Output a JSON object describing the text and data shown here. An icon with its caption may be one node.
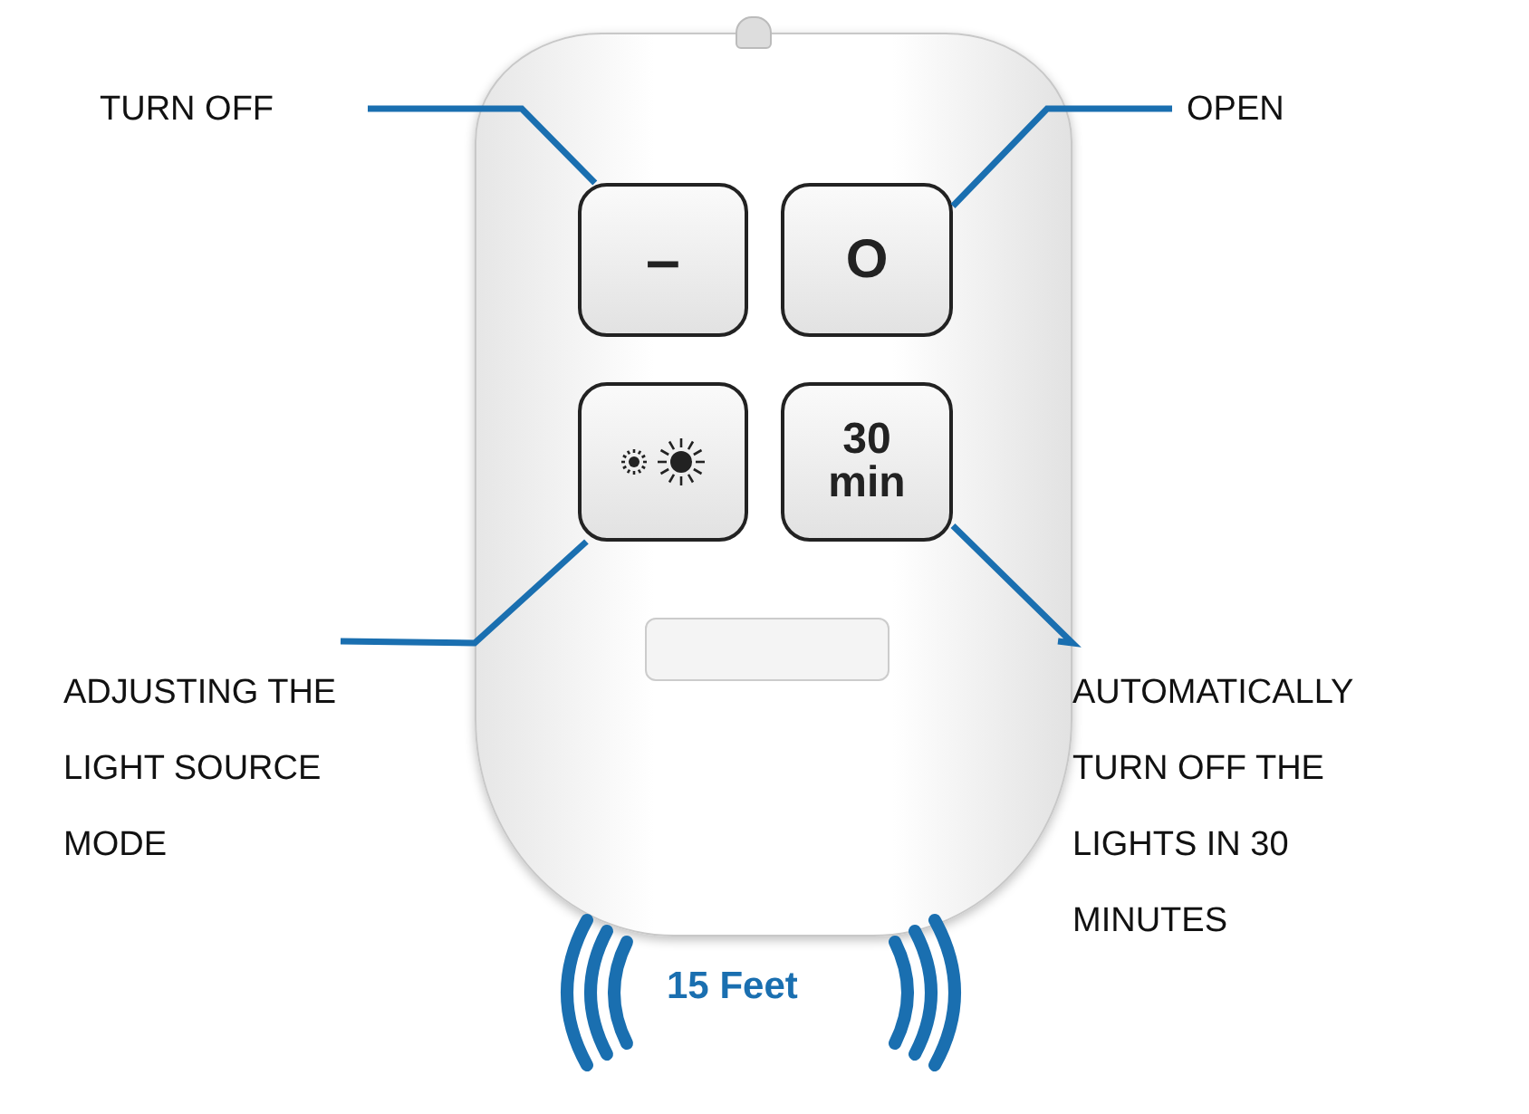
{
  "diagram": {
    "nodes": [
      {
        "text": [],
        "shape": "box"
      },
      {
        "text": [
          "TURN OFF"
        ]
      },
      {
        "text": [
          "OPEN"
        ]
      },
      {
        "text": [
          "–"
        ],
        "in": 0
      },
      {
        "text": [
          "O"
        ],
        "in": 0
      },
      {
        "text": [],
        "shape": "picture",
        "in": 0
      },
      {
        "text": [
          "30 min"
        ],
        "in": 0
      },
      {
        "text": [
          "ADJUSTING THE LIGHT SOURCE MODE"
        ]
      },
      {
        "text": [
          "AUTOMATICALLY TURN OFF THE LIGHTS IN 30 MINUTES"
        ]
      },
      {
        "text": [],
        "shape": "bar",
        "in": 0
      }
    ],
    "edges": [
      {
        "from": 1,
        "to": 3,
        "arrow": "none"
      },
      {
        "from": 2,
        "to": 4,
        "arrow": "none"
      },
      {
        "from": 7,
        "to": 5,
        "arrow": "none"
      },
      {
        "from": 8,
        "to": 6,
        "arrow": "none"
      }
    ],
    "labels": [
      "15 Feet"
    ]
  }
}
